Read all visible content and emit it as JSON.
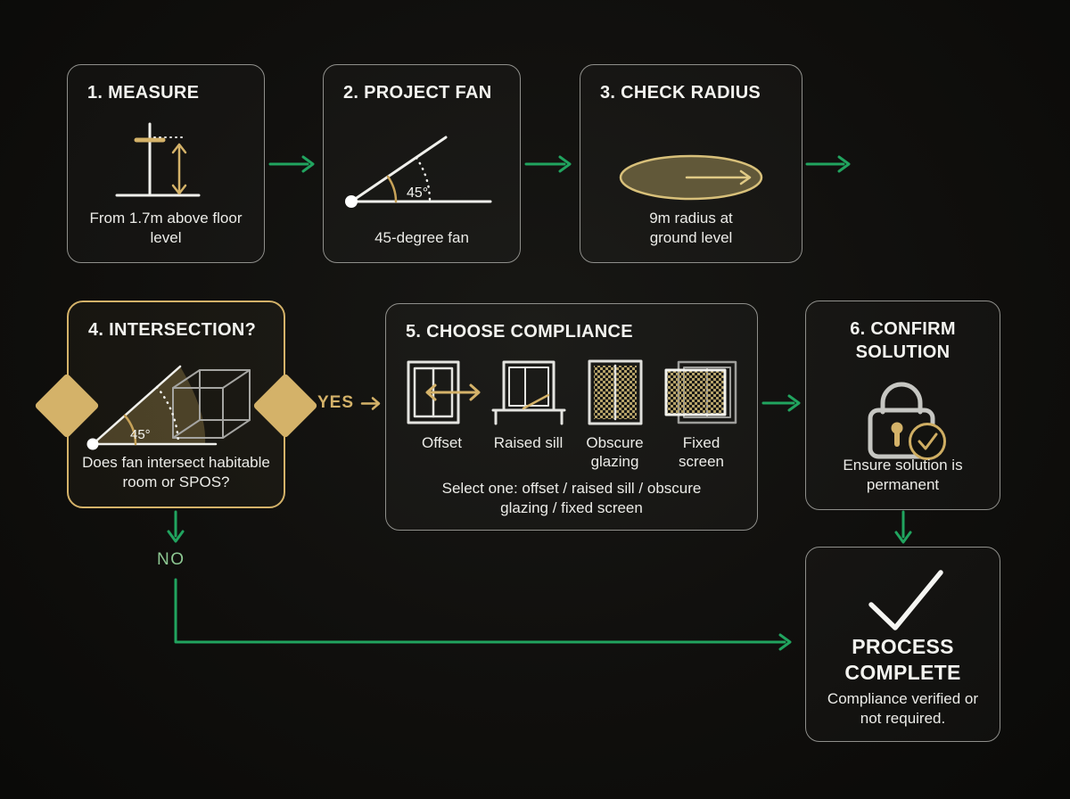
{
  "colors": {
    "background": "#0e0e0c",
    "box_border": "#8f8f8b",
    "gold_accent": "#d4b269",
    "arrow_green": "#21a45f",
    "no_label_green": "#8dc792",
    "text_white": "#f3f3ef"
  },
  "flow": {
    "step1": {
      "title": "1. MEASURE",
      "caption": "From 1.7m above floor level"
    },
    "step2": {
      "title": "2. PROJECT FAN",
      "angle_label": "45°",
      "caption": "45-degree fan"
    },
    "step3": {
      "title": "3. CHECK RADIUS",
      "caption": "9m radius at ground level"
    },
    "step4": {
      "title": "4. INTERSECTION?",
      "angle_label": "45°",
      "caption": "Does fan intersect habitable room or SPOS?"
    },
    "yes_label": "YES",
    "no_label": "NO",
    "step5": {
      "title": "5. CHOOSE COMPLIANCE",
      "options": [
        {
          "label": "Offset"
        },
        {
          "label": "Raised sill"
        },
        {
          "label": "Obscure glazing"
        },
        {
          "label": "Fixed screen"
        }
      ],
      "caption": "Select one: offset / raised sill / obscure glazing / fixed screen"
    },
    "step6": {
      "title": "6. CONFIRM SOLUTION",
      "caption": "Ensure solution is permanent"
    },
    "complete": {
      "title": "PROCESS COMPLETE",
      "caption": "Compliance verified or not required."
    }
  }
}
